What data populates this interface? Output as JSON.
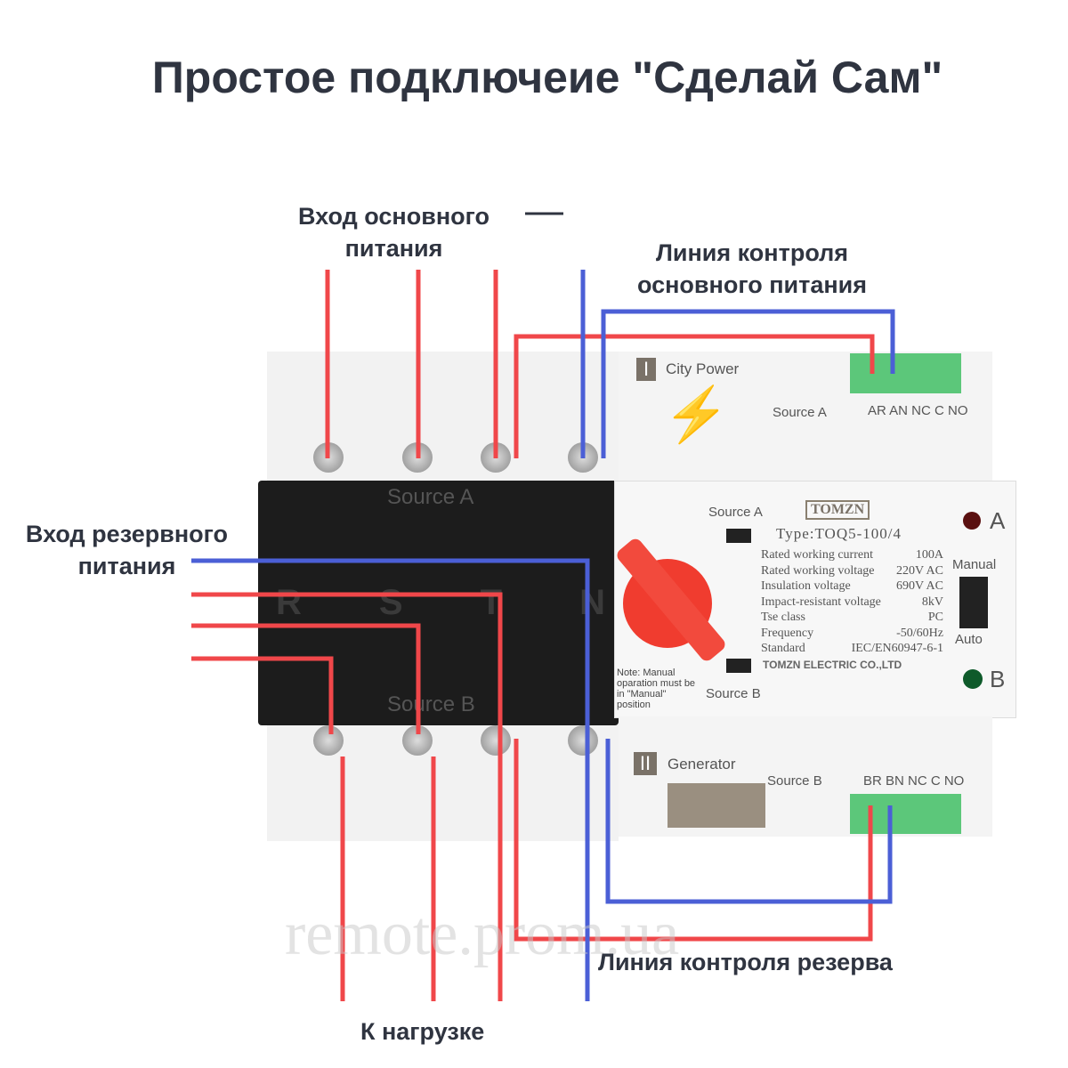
{
  "title": "Простое подключеие \"Сделай Сам\"",
  "labels": {
    "main_input": "Вход основного питания",
    "main_control": "Линия контроля основного питания",
    "backup_input": "Вход резервного питания",
    "backup_control": "Линия контроля резерва",
    "load": "К нагрузке"
  },
  "device": {
    "source_a": "Source A",
    "source_b": "Source B",
    "phases": [
      "R",
      "S",
      "T",
      "N"
    ],
    "city_power": "City Power",
    "generator": "Generator",
    "roman_1": "I",
    "roman_2": "II",
    "terminals_a": "AR AN NC C NO",
    "terminals_b": "BR BN NC C NO",
    "brand": "TOMZN",
    "type": "Type:TOQ5-100/4",
    "specs": [
      [
        "Rated working current",
        "100A"
      ],
      [
        "Rated working voltage",
        "220V AC"
      ],
      [
        "Insulation voltage",
        "690V AC"
      ],
      [
        "Impact-resistant voltage",
        "8kV"
      ],
      [
        "Tse class",
        "PC"
      ],
      [
        "Frequency",
        "-50/60Hz"
      ],
      [
        "Standard",
        "IEC/EN60947-6-1"
      ]
    ],
    "maker": "TOMZN ELECTRIC CO.,LTD",
    "manual": "Manual",
    "auto": "Auto",
    "led_a": "A",
    "led_b": "B",
    "note": "Note: Manual oparation must be in \"Manual\" position"
  },
  "watermark": "remote.prom.ua",
  "colors": {
    "red_wire": "#f0474a",
    "blue_wire": "#4b5fd6"
  }
}
